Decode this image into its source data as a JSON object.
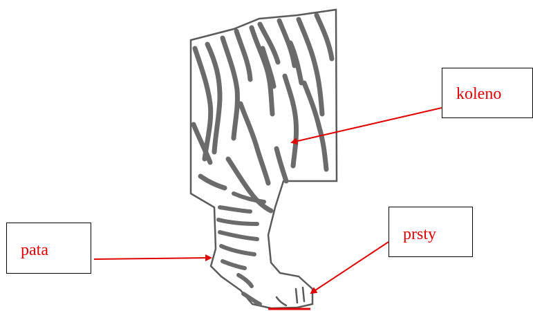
{
  "labels": {
    "knee": "koleno",
    "toes": "prsty",
    "paw": "pata"
  },
  "colors": {
    "label_text": "#e00000",
    "arrow": "#e00000",
    "stripes": "#6b6b6b",
    "outline": "#5a5a5a",
    "box_border": "#000000",
    "background": "#ffffff"
  }
}
